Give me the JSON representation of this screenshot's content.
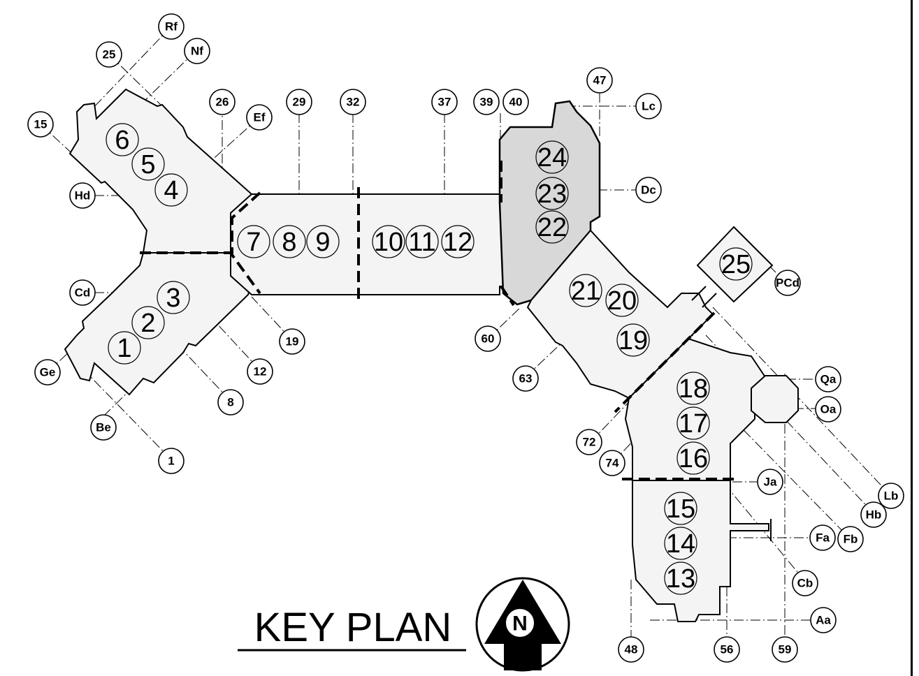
{
  "title": "KEY PLAN",
  "north_arrow_label": "N",
  "grid_bubbles": [
    {
      "id": "rf",
      "label": "Rf"
    },
    {
      "id": "nf",
      "label": "Nf"
    },
    {
      "id": "25",
      "label": "25"
    },
    {
      "id": "15",
      "label": "15"
    },
    {
      "id": "26",
      "label": "26"
    },
    {
      "id": "ef",
      "label": "Ef"
    },
    {
      "id": "29",
      "label": "29"
    },
    {
      "id": "32",
      "label": "32"
    },
    {
      "id": "37",
      "label": "37"
    },
    {
      "id": "39",
      "label": "39"
    },
    {
      "id": "40",
      "label": "40"
    },
    {
      "id": "47",
      "label": "47"
    },
    {
      "id": "lc",
      "label": "Lc"
    },
    {
      "id": "dc",
      "label": "Dc"
    },
    {
      "id": "hd",
      "label": "Hd"
    },
    {
      "id": "cd",
      "label": "Cd"
    },
    {
      "id": "ge",
      "label": "Ge"
    },
    {
      "id": "be",
      "label": "Be"
    },
    {
      "id": "1",
      "label": "1"
    },
    {
      "id": "8",
      "label": "8"
    },
    {
      "id": "12",
      "label": "12"
    },
    {
      "id": "19",
      "label": "19"
    },
    {
      "id": "60",
      "label": "60"
    },
    {
      "id": "63",
      "label": "63"
    },
    {
      "id": "72",
      "label": "72"
    },
    {
      "id": "74",
      "label": "74"
    },
    {
      "id": "pcd",
      "label": "PCd"
    },
    {
      "id": "qa",
      "label": "Qa"
    },
    {
      "id": "oa",
      "label": "Oa"
    },
    {
      "id": "ja",
      "label": "Ja"
    },
    {
      "id": "lb",
      "label": "Lb"
    },
    {
      "id": "hb",
      "label": "Hb"
    },
    {
      "id": "fb",
      "label": "Fb"
    },
    {
      "id": "fa",
      "label": "Fa"
    },
    {
      "id": "cb",
      "label": "Cb"
    },
    {
      "id": "aa",
      "label": "Aa"
    },
    {
      "id": "48",
      "label": "48"
    },
    {
      "id": "56",
      "label": "56"
    },
    {
      "id": "59",
      "label": "59"
    }
  ],
  "area_numbers": [
    "1",
    "2",
    "3",
    "4",
    "5",
    "6",
    "7",
    "8",
    "9",
    "10",
    "11",
    "12",
    "13",
    "14",
    "15",
    "16",
    "17",
    "18",
    "19",
    "20",
    "21",
    "22",
    "23",
    "24",
    "25"
  ]
}
